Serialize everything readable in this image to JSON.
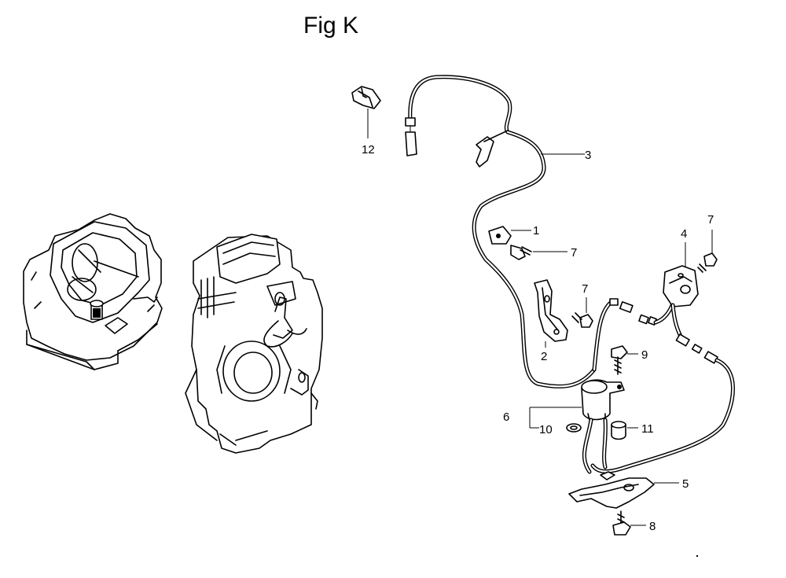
{
  "figure": {
    "title": "Fig K"
  },
  "callouts": {
    "c1": "1",
    "c2": "2",
    "c3": "3",
    "c4": "4",
    "c5": "5",
    "c6": "6",
    "c7a": "7",
    "c7b": "7",
    "c7c": "7",
    "c8": "8",
    "c9": "9",
    "c10": "10",
    "c11": "11",
    "c12": "12"
  }
}
